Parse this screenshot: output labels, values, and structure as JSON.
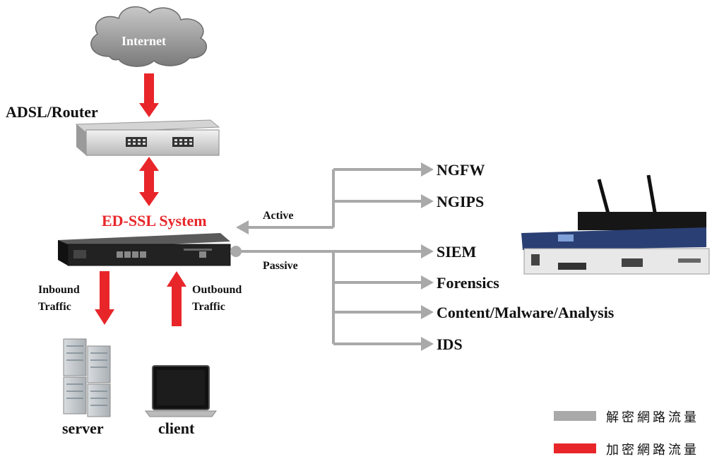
{
  "nodes": {
    "internet": "Internet",
    "router": "ADSL/Router",
    "system": "ED-SSL System",
    "server": "server",
    "client": "client"
  },
  "flows": {
    "active": "Active",
    "passive": "Passive",
    "inbound_line1": "Inbound",
    "inbound_line2": "Traffic",
    "outbound_line1": "Outbound",
    "outbound_line2": "Traffic"
  },
  "tools": {
    "ngfw": "NGFW",
    "ngips": "NGIPS",
    "siem": "SIEM",
    "forensics": "Forensics",
    "content": "Content/Malware/Analysis",
    "ids": "IDS"
  },
  "legend": {
    "decrypted": "解密網路流量",
    "encrypted": "加密網路流量"
  },
  "colors": {
    "encrypted": "#e8262a",
    "decrypted": "#a9a9a9"
  }
}
